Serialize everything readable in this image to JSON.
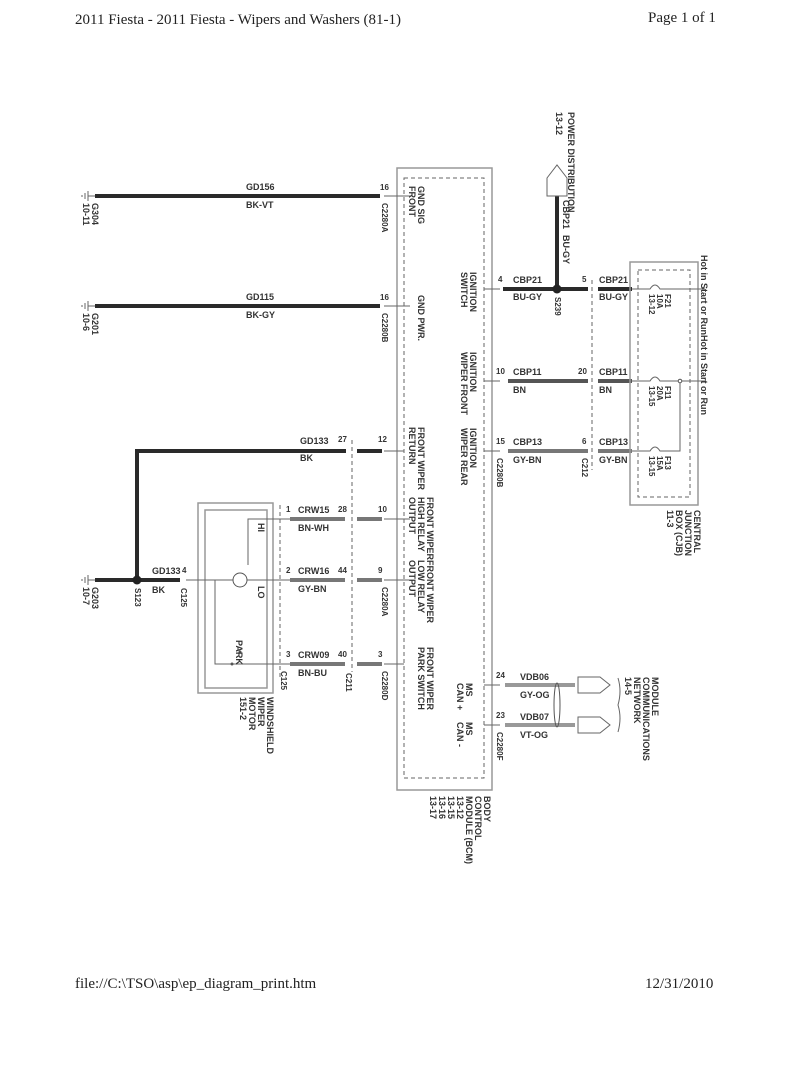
{
  "header": {
    "title": "2011 Fiesta - 2011 Fiesta - Wipers and Washers (81-1)",
    "page": "Page 1 of 1"
  },
  "footer": {
    "path": "file://C:\\TSO\\asp\\ep_diagram_print.htm",
    "date": "12/31/2010"
  },
  "grounds": [
    {
      "id": "G304",
      "ref": "10-11"
    },
    {
      "id": "G201",
      "ref": "10-6"
    },
    {
      "id": "G203",
      "ref": "10-7"
    }
  ],
  "splices": {
    "s239": "S239",
    "s123": "S123"
  },
  "wires": {
    "gd156": {
      "circuit": "GD156",
      "color": "BK-VT"
    },
    "gd115": {
      "circuit": "GD115",
      "color": "BK-GY"
    },
    "gd133": {
      "circuit": "GD133",
      "color": "BK"
    },
    "gd133_ground": {
      "circuit": "GD133",
      "color": "BK"
    },
    "crw15": {
      "circuit": "CRW15",
      "color": "BN-WH"
    },
    "crw16": {
      "circuit": "CRW16",
      "color": "GY-BN"
    },
    "crw09": {
      "circuit": "CRW09",
      "color": "BN-BU"
    },
    "cbp21_bcm": {
      "circuit": "CBP21",
      "color": "BU-GY"
    },
    "cbp21_cjb": {
      "circuit": "CBP21",
      "color": "BU-GY"
    },
    "cbp21_feed": {
      "circuit": "CBP21",
      "color": "BU-GY"
    },
    "cbp11_bcm": {
      "circuit": "CBP11",
      "color": "BN"
    },
    "cbp11_cjb": {
      "circuit": "CBP11",
      "color": "BN"
    },
    "cbp13_bcm": {
      "circuit": "CBP13",
      "color": "GY-BN"
    },
    "cbp13_cjb": {
      "circuit": "CBP13",
      "color": "GY-BN"
    },
    "vdb06": {
      "circuit": "VDB06",
      "color": "GY-OG"
    },
    "vdb07": {
      "circuit": "VDB07",
      "color": "VT-OG"
    }
  },
  "connectors": {
    "c2280a": "C2280A",
    "c2280b": "C2280B",
    "c2280d": "C2280D",
    "c2280f": "C2280F",
    "c211": "C211",
    "c212": "C212",
    "c125": "C125"
  },
  "pins": {
    "gnd_sig": "16",
    "gnd_pwr": "16",
    "return_bcm": "12",
    "return_c211": "27",
    "high_bcm": "10",
    "high_c211": "28",
    "high_motor": "1",
    "low_bcm": "9",
    "low_c211": "44",
    "low_motor": "2",
    "park_bcm": "3",
    "park_c211": "40",
    "park_motor": "3",
    "motor_gnd": "4",
    "ign_sw_bcm": "4",
    "ign_sw_c212": "5",
    "ign_front_bcm": "10",
    "ign_front_c212": "20",
    "ign_rear_bcm": "15",
    "ign_rear_c212": "6",
    "can_plus": "24",
    "can_minus": "23"
  },
  "bcm": {
    "name": [
      "BODY",
      "CONTROL",
      "MODULE (BCM)",
      "13-12",
      "13-15",
      "13-16",
      "13-17"
    ],
    "functions": {
      "gnd_sig": [
        "GND SIG",
        "FRONT"
      ],
      "gnd_pwr": [
        "GND PWR."
      ],
      "return": [
        "FRONT WIPER",
        "RETURN"
      ],
      "high": [
        "FRONT WIPER",
        "HIGH RELAY",
        "OUTPUT"
      ],
      "low": [
        "FRONT WIPER",
        "LOW RELAY",
        "OUTPUT"
      ],
      "park": [
        "FRONT WIPER",
        "PARK SWITCH"
      ],
      "ign_switch": [
        "IGNITION",
        "SWITCH"
      ],
      "ign_front": [
        "IGNITION",
        "WIPER FRONT"
      ],
      "ign_rear": [
        "IGNITION",
        "WIPER REAR"
      ],
      "can_plus": [
        "MS",
        "CAN +"
      ],
      "can_minus": [
        "MS",
        "CAN -"
      ]
    }
  },
  "cjb": {
    "name": [
      "CENTRAL",
      "JUNCTION",
      "BOX (CJB)",
      "11-3"
    ],
    "hot_label": "Hot in Start or RunHot in Start or Run",
    "fuses": [
      {
        "id": "F21",
        "rating": "10A",
        "ref": "13-12"
      },
      {
        "id": "F11",
        "rating": "20A",
        "ref": "13-15"
      },
      {
        "id": "F13",
        "rating": "15A",
        "ref": "13-15"
      }
    ]
  },
  "motor": {
    "name": [
      "WINDSHIELD",
      "WIPER",
      "MOTOR",
      "151-2"
    ],
    "hi": "HI",
    "lo": "LO",
    "park": "PARK"
  },
  "power_distribution": {
    "label": "POWER DISTRIBUTION",
    "ref": "13-12"
  },
  "network": {
    "name": [
      "MODULE",
      "COMMUNICATIONS",
      "NETWORK",
      "14-5"
    ]
  }
}
